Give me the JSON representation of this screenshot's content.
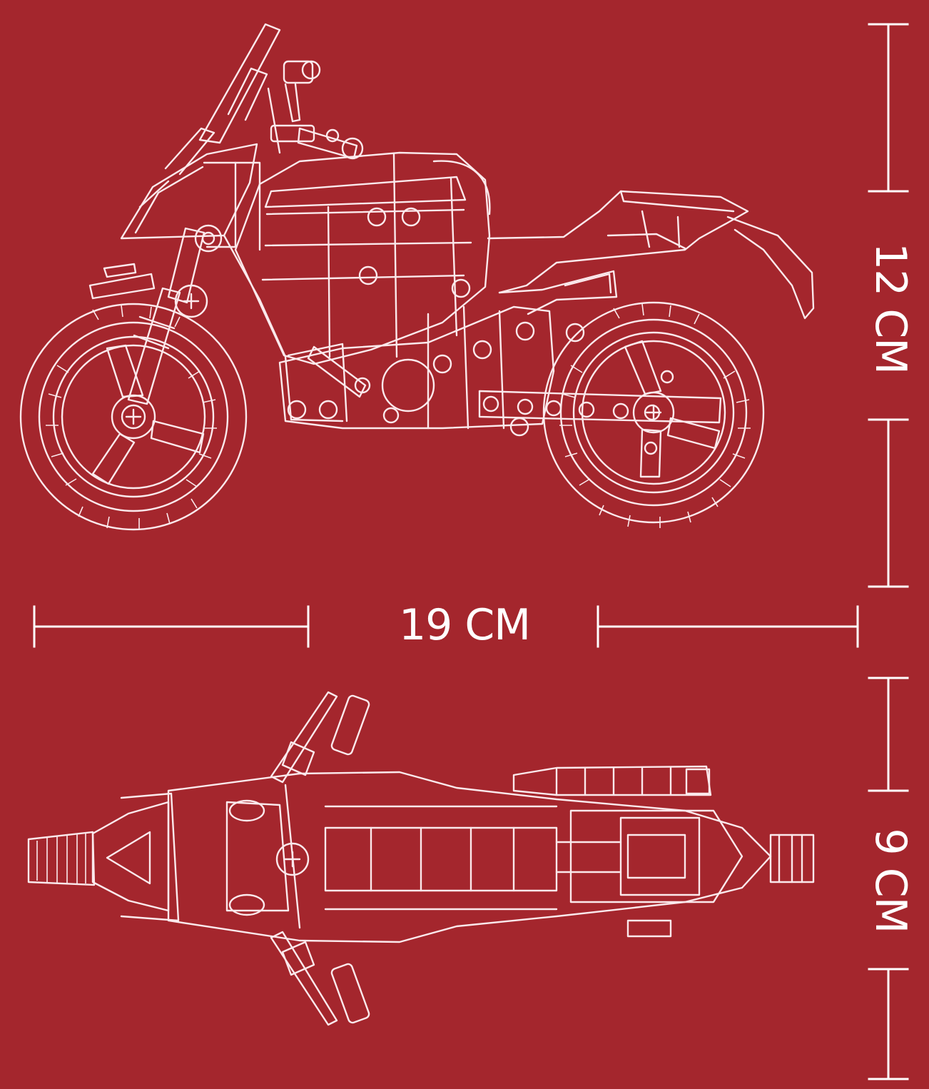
{
  "colors": {
    "background": "#a4262d",
    "line": "#fbe9ec"
  },
  "dimensions": {
    "length": "19 CM",
    "height": "12 CM",
    "width": "9 CM"
  }
}
